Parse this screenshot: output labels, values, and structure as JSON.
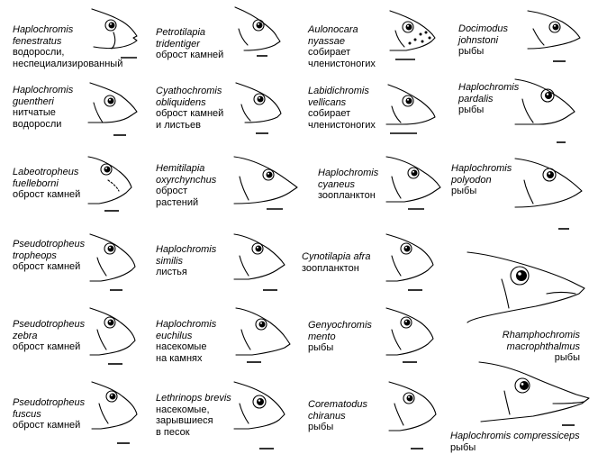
{
  "entries": [
    {
      "species": "Haplochromis fenestratus",
      "diet": "водоросли, неспециализированный",
      "diet_lines": [
        "водоросли,",
        "неспециализированный"
      ]
    },
    {
      "species": "Petrotilapia tridentiger",
      "species_lines": [
        "Petrotilapia",
        "tridentiger"
      ],
      "diet": "оброст камней"
    },
    {
      "species": "Aulonocara nyassae",
      "species_lines": [
        "Aulonocara",
        "nyassae"
      ],
      "diet": "собирает членистоногих",
      "diet_lines": [
        "собирает",
        "членистоногих"
      ]
    },
    {
      "species": "Docimodus johnstoni",
      "species_lines": [
        "Docimodus",
        "johnstoni"
      ],
      "diet": "рыбы"
    },
    {
      "species": "Haplochromis guentheri",
      "species_lines": [
        "Haplochromis",
        "guentheri"
      ],
      "diet": "нитчатые водоросли",
      "diet_lines": [
        "нитчатые",
        "водоросли"
      ]
    },
    {
      "species": "Cyathochromis obliquidens",
      "species_lines": [
        "Cyathochromis",
        "obliquidens"
      ],
      "diet": "оброст камней и листьев",
      "diet_lines": [
        "оброст камней",
        "и листьев"
      ]
    },
    {
      "species": "Labidichromis vellicans",
      "species_lines": [
        "Labidichromis",
        "vellicans"
      ],
      "diet": "собирает членистоногих",
      "diet_lines": [
        "собирает",
        "членистоногих"
      ]
    },
    {
      "species": "Haplochromis pardalis",
      "species_lines": [
        "Haplochromis",
        "pardalis"
      ],
      "diet": "рыбы"
    },
    {
      "species": "Labeotropheus fuelleborni",
      "species_lines": [
        "Labeotropheus",
        "fuelleborni"
      ],
      "diet": "оброст камней"
    },
    {
      "species": "Hemitilapia oxyrchynchus",
      "species_lines": [
        "Hemitilapia",
        "oxyrchynchus"
      ],
      "diet": "оброст растений",
      "diet_lines": [
        "оброст",
        "растений"
      ]
    },
    {
      "species": "Haplochromis cyaneus",
      "species_lines": [
        "Haplochromis",
        "cyaneus"
      ],
      "diet": "зоопланктон"
    },
    {
      "species": "Haplochromis polyodon",
      "species_lines": [
        "Haplochromis",
        "polyodon"
      ],
      "diet": "рыбы"
    },
    {
      "species": "Pseudotropheus tropheops",
      "species_lines": [
        "Pseudotropheus",
        "tropheops"
      ],
      "diet": "оброст камней"
    },
    {
      "species": "Haplochromis similis",
      "species_lines": [
        "Haplochromis",
        "similis"
      ],
      "diet": "листья"
    },
    {
      "species": "Cynotilapia afra",
      "diet": "зоопланктон"
    },
    {
      "species": "Pseudotropheus zebra",
      "species_lines": [
        "Pseudotropheus",
        "zebra"
      ],
      "diet": "оброст камней"
    },
    {
      "species": "Haplochromis euchilus",
      "species_lines": [
        "Haplochromis",
        "euchilus"
      ],
      "diet": "насекомые на камнях",
      "diet_lines": [
        "насекомые",
        "на камнях"
      ]
    },
    {
      "species": "Genyochromis mento",
      "species_lines": [
        "Genyochromis",
        "mento"
      ],
      "diet": "рыбы"
    },
    {
      "species": "Rhamphochromis macrophthalmus",
      "species_lines": [
        "Rhamphochromis",
        "macrophthalmus"
      ],
      "diet": "рыбы"
    },
    {
      "species": "Pseudotropheus fuscus",
      "species_lines": [
        "Pseudotropheus",
        "fuscus"
      ],
      "diet": "оброст камней"
    },
    {
      "species": "Lethrinops brevis",
      "diet": "насекомые, зарывшиеся в песок",
      "diet_lines": [
        "насекомые,",
        "зарывшиеся",
        "в песок"
      ]
    },
    {
      "species": "Corematodus chiranus",
      "species_lines": [
        "Corematodus",
        "chiranus"
      ],
      "diet": "рыбы"
    },
    {
      "species": "Haplochromis compressiceps",
      "diet": "рыбы"
    }
  ]
}
